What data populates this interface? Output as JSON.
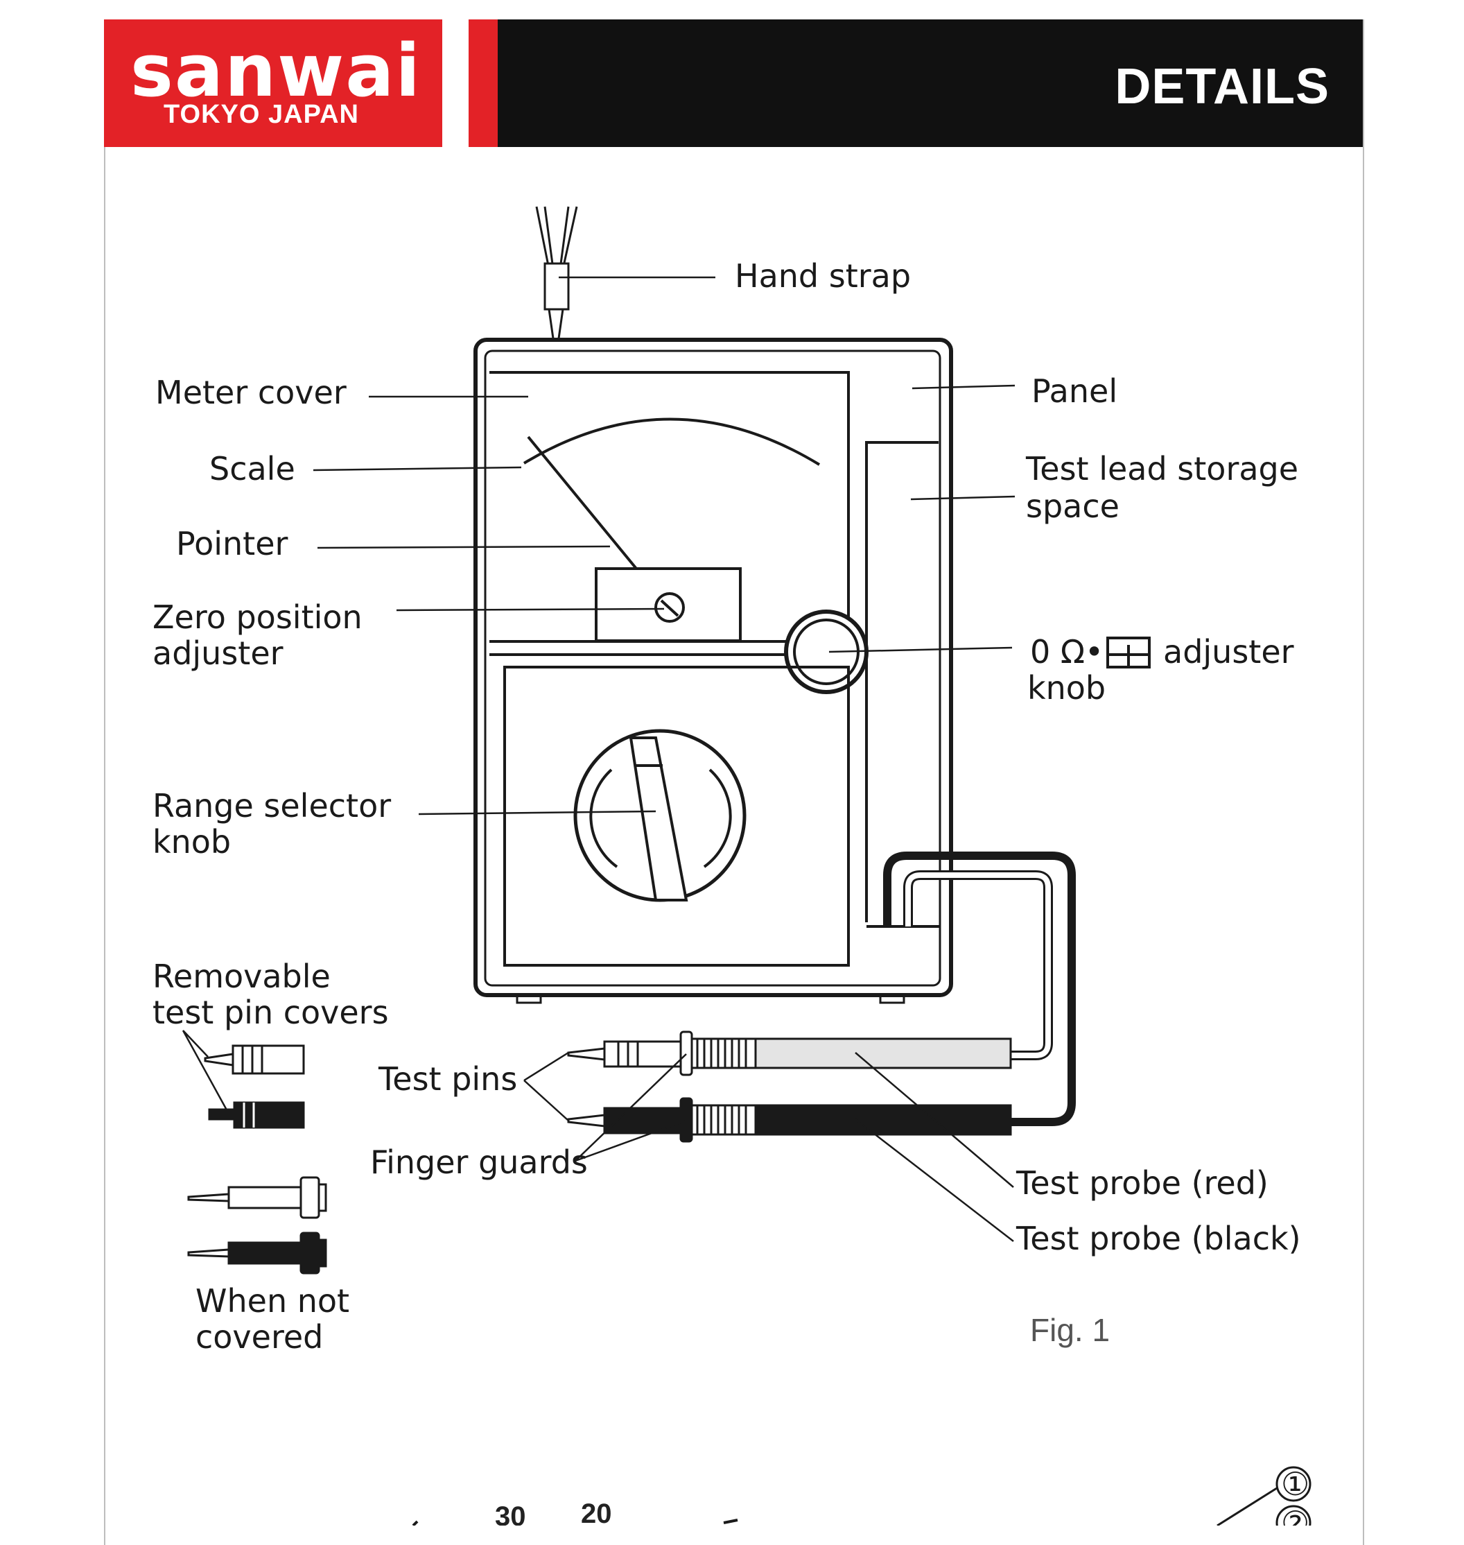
{
  "header": {
    "brand": "sanwai",
    "brand_sub": "TOKYO JAPAN",
    "title": "DETAILS"
  },
  "figure": {
    "caption": "Fig. 1",
    "labels": {
      "hand_strap": "Hand strap",
      "meter_cover": "Meter cover",
      "scale": "Scale",
      "pointer": "Pointer",
      "zero_position_1": "Zero position",
      "zero_position_2": "adjuster",
      "panel": "Panel",
      "storage_1": "Test lead storage",
      "storage_2": "space",
      "ohm_adjuster_prefix": "0 Ω•",
      "ohm_adjuster_suffix": "adjuster",
      "ohm_adjuster_2": "knob",
      "range_selector_1": "Range selector",
      "range_selector_2": "knob",
      "pin_covers_1": "Removable",
      "pin_covers_2": "test pin covers",
      "test_pins": "Test pins",
      "finger_guards": "Finger guards",
      "probe_red": "Test probe (red)",
      "probe_black": "Test probe (black)",
      "not_covered_1": "When not",
      "not_covered_2": "covered"
    }
  },
  "next_figure": {
    "scale_numbers": [
      "30",
      "20"
    ],
    "callouts": [
      "①",
      "②"
    ]
  },
  "colors": {
    "brand_red": "#e32227",
    "header_black": "#111111"
  }
}
